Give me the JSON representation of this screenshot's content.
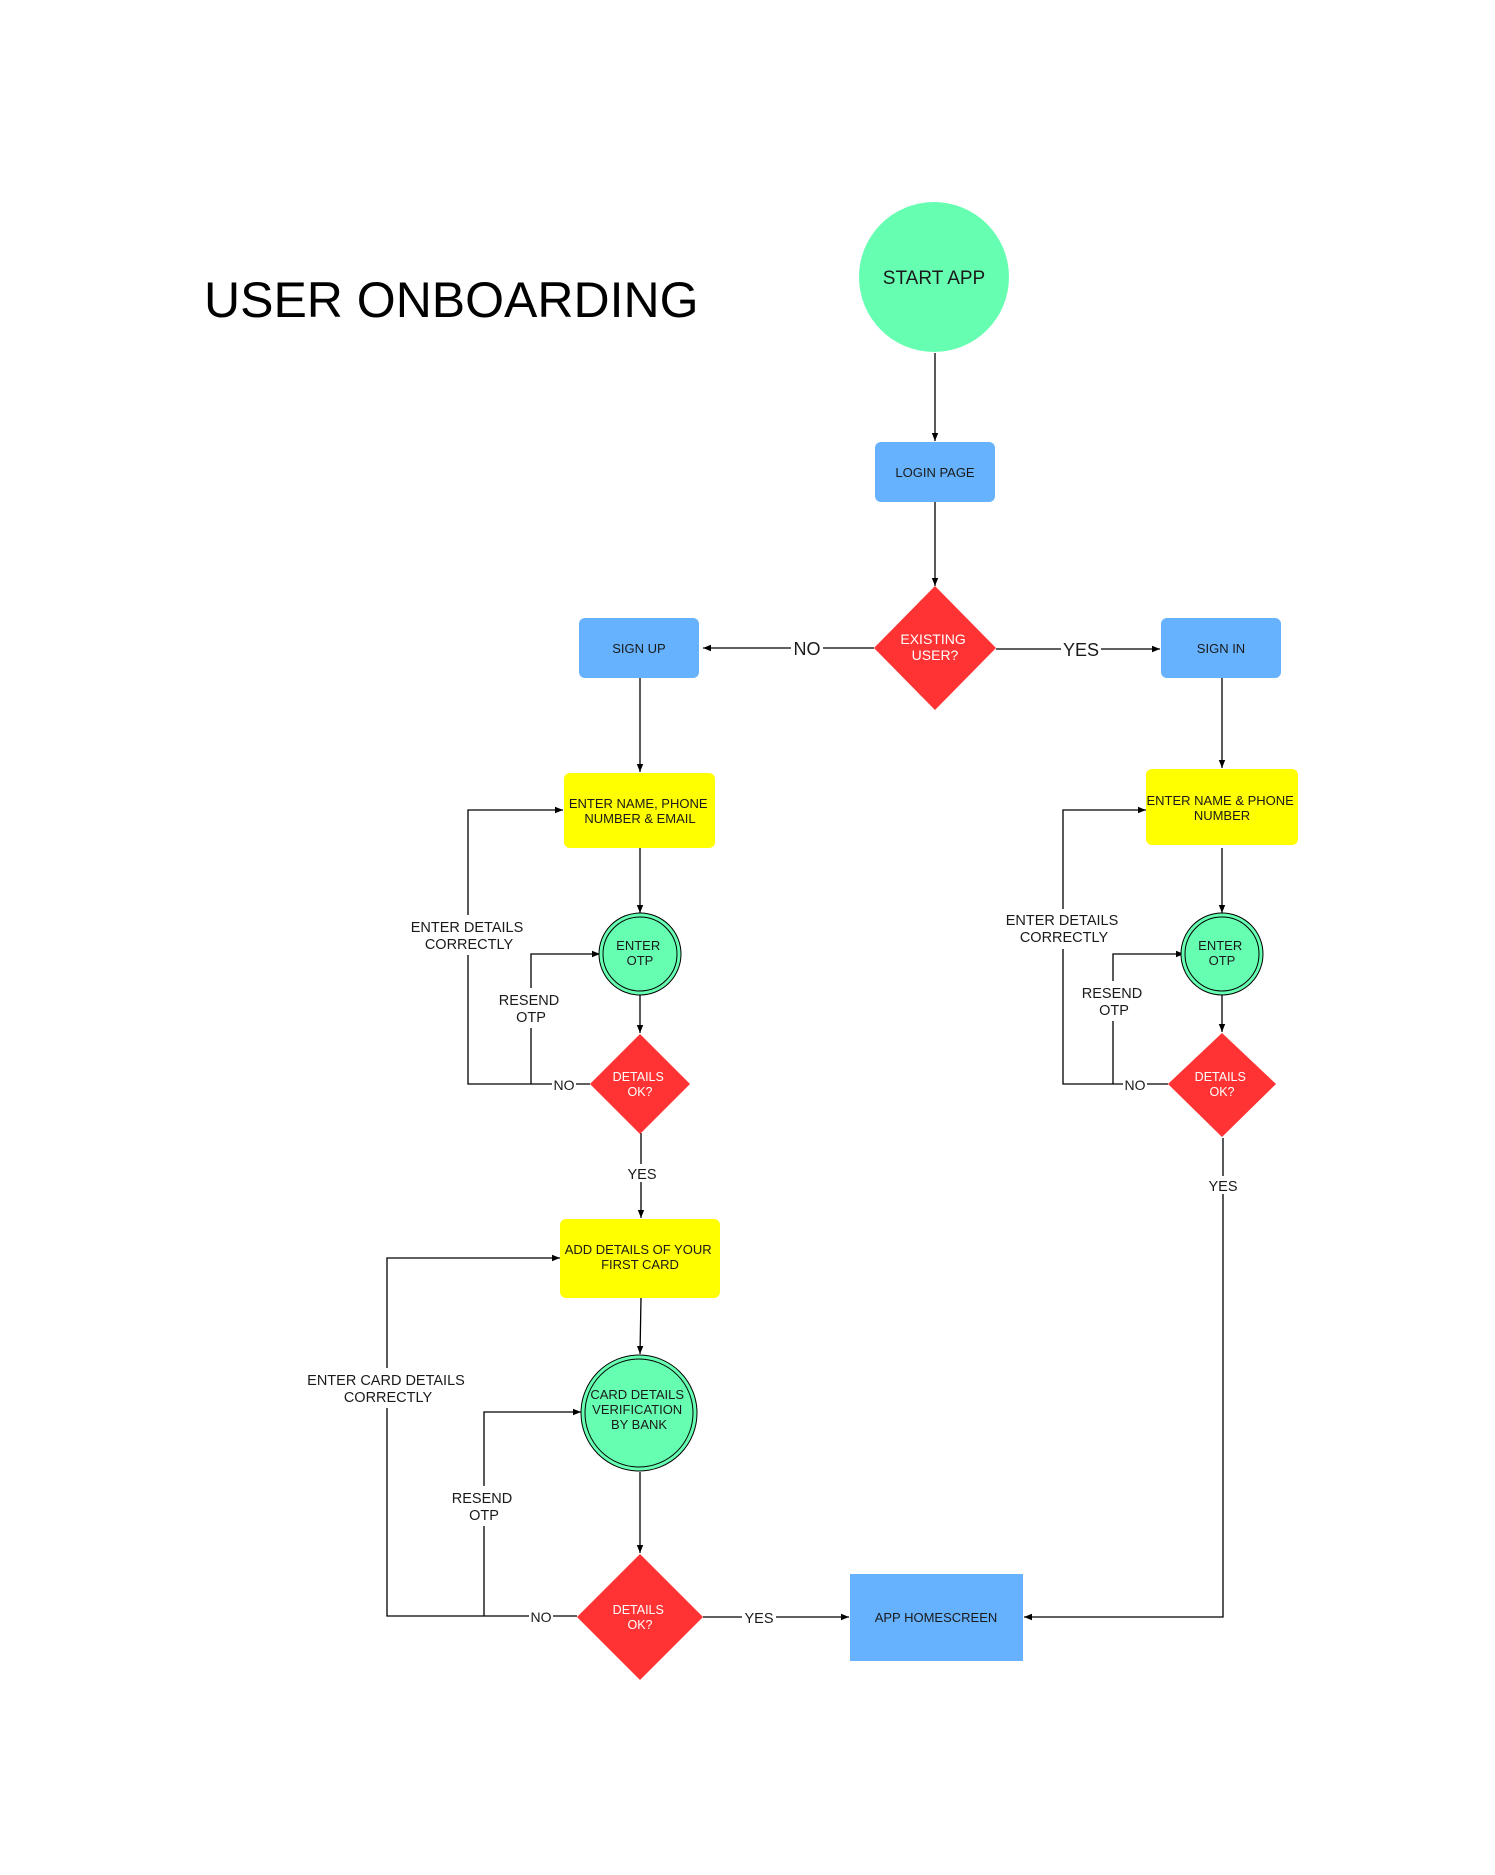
{
  "title": "USER ONBOARDING",
  "colors": {
    "start": "#66ffb2",
    "process_blue": "#66b2ff",
    "input_yellow": "#ffff00",
    "decision_red": "#ff3333",
    "otp_green": "#66ffb2"
  },
  "nodes": {
    "start": "START APP",
    "login": "LOGIN PAGE",
    "existing": [
      "EXISTING",
      "USER?"
    ],
    "signup": "SIGN UP",
    "signin": "SIGN IN",
    "enter_name_phone_email": [
      "ENTER NAME, PHONE",
      "NUMBER & EMAIL"
    ],
    "enter_name_phone": [
      "ENTER NAME & PHONE",
      "NUMBER"
    ],
    "otp_left": [
      "ENTER",
      "OTP"
    ],
    "otp_right": [
      "ENTER",
      "OTP"
    ],
    "details_left": [
      "DETAILS",
      "OK?"
    ],
    "details_right": [
      "DETAILS",
      "OK?"
    ],
    "add_card": [
      "ADD DETAILS OF  YOUR",
      "FIRST CARD"
    ],
    "card_verify": [
      "CARD DETAILS",
      "VERIFICATION",
      "BY BANK"
    ],
    "details_card": [
      "DETAILS",
      "OK?"
    ],
    "homescreen": "APP HOMESCREEN"
  },
  "edge_labels": {
    "no_top": "NO",
    "yes_top": "YES",
    "enter_details_left": [
      "ENTER DETAILS",
      "CORRECTLY"
    ],
    "resend_left": [
      "RESEND",
      "OTP"
    ],
    "no_left": "NO",
    "yes_left": "YES",
    "enter_details_right": [
      "ENTER DETAILS",
      "CORRECTLY"
    ],
    "resend_right": [
      "RESEND",
      "OTP"
    ],
    "no_right": "NO",
    "yes_right": "YES",
    "enter_card_details": [
      "ENTER CARD DETAILS",
      "CORRECTLY"
    ],
    "resend_card": [
      "RESEND",
      "OTP"
    ],
    "no_card": "NO",
    "yes_card": "YES"
  }
}
